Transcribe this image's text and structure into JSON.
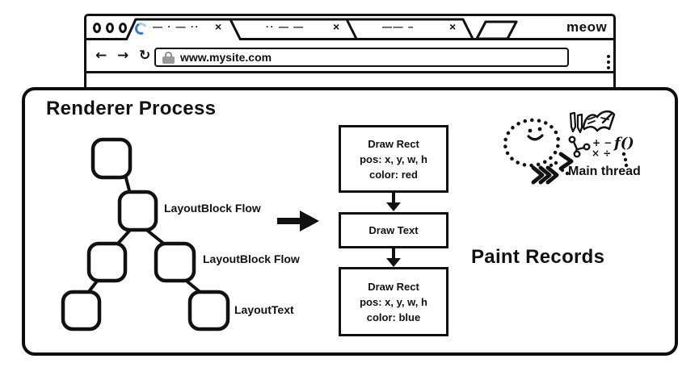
{
  "colors": {
    "ink": "#111111",
    "spinner_light": "#a9cdf1",
    "spinner_dark": "#2f7cd6",
    "lock_gray": "#9a9a9a"
  },
  "browser": {
    "brand": "meow",
    "window_controls": [
      "circle",
      "circle",
      "circle"
    ],
    "new_tab_icon": "parallelogram",
    "tabs": [
      {
        "placeholder": "— · — ··",
        "close": "×",
        "loading": true
      },
      {
        "placeholder": "·· — —",
        "close": "×",
        "loading": false
      },
      {
        "placeholder": "—— –",
        "close": "×",
        "loading": false
      }
    ],
    "toolbar": {
      "back": "←",
      "forward": "→",
      "reload": "↻",
      "lock_icon": "padlock",
      "url": "www.mysite.com",
      "menu_icon": "vertical-dots"
    }
  },
  "panel": {
    "title": "Renderer Process",
    "tree_labels": [
      "LayoutBlock Flow",
      "LayoutBlock Flow",
      "LayoutText"
    ],
    "flow_arrow_icon": "right-arrow",
    "paint": {
      "heading": "Paint Records",
      "records": [
        {
          "lines": [
            "Draw Rect",
            "pos: x, y, w, h",
            "color: red"
          ]
        },
        {
          "lines": [
            "Draw Text"
          ]
        },
        {
          "lines": [
            "Draw Rect",
            "pos: x, y, w, h",
            "color: blue"
          ]
        }
      ]
    },
    "main_thread": {
      "label": "Main thread",
      "fn": "f()",
      "math_row1": "+ −",
      "math_row2": "× ÷",
      "doodles": [
        "smiley-thread-blob",
        "pencils",
        "open-book",
        "tree-doodle",
        "chevron-arrows"
      ]
    }
  }
}
